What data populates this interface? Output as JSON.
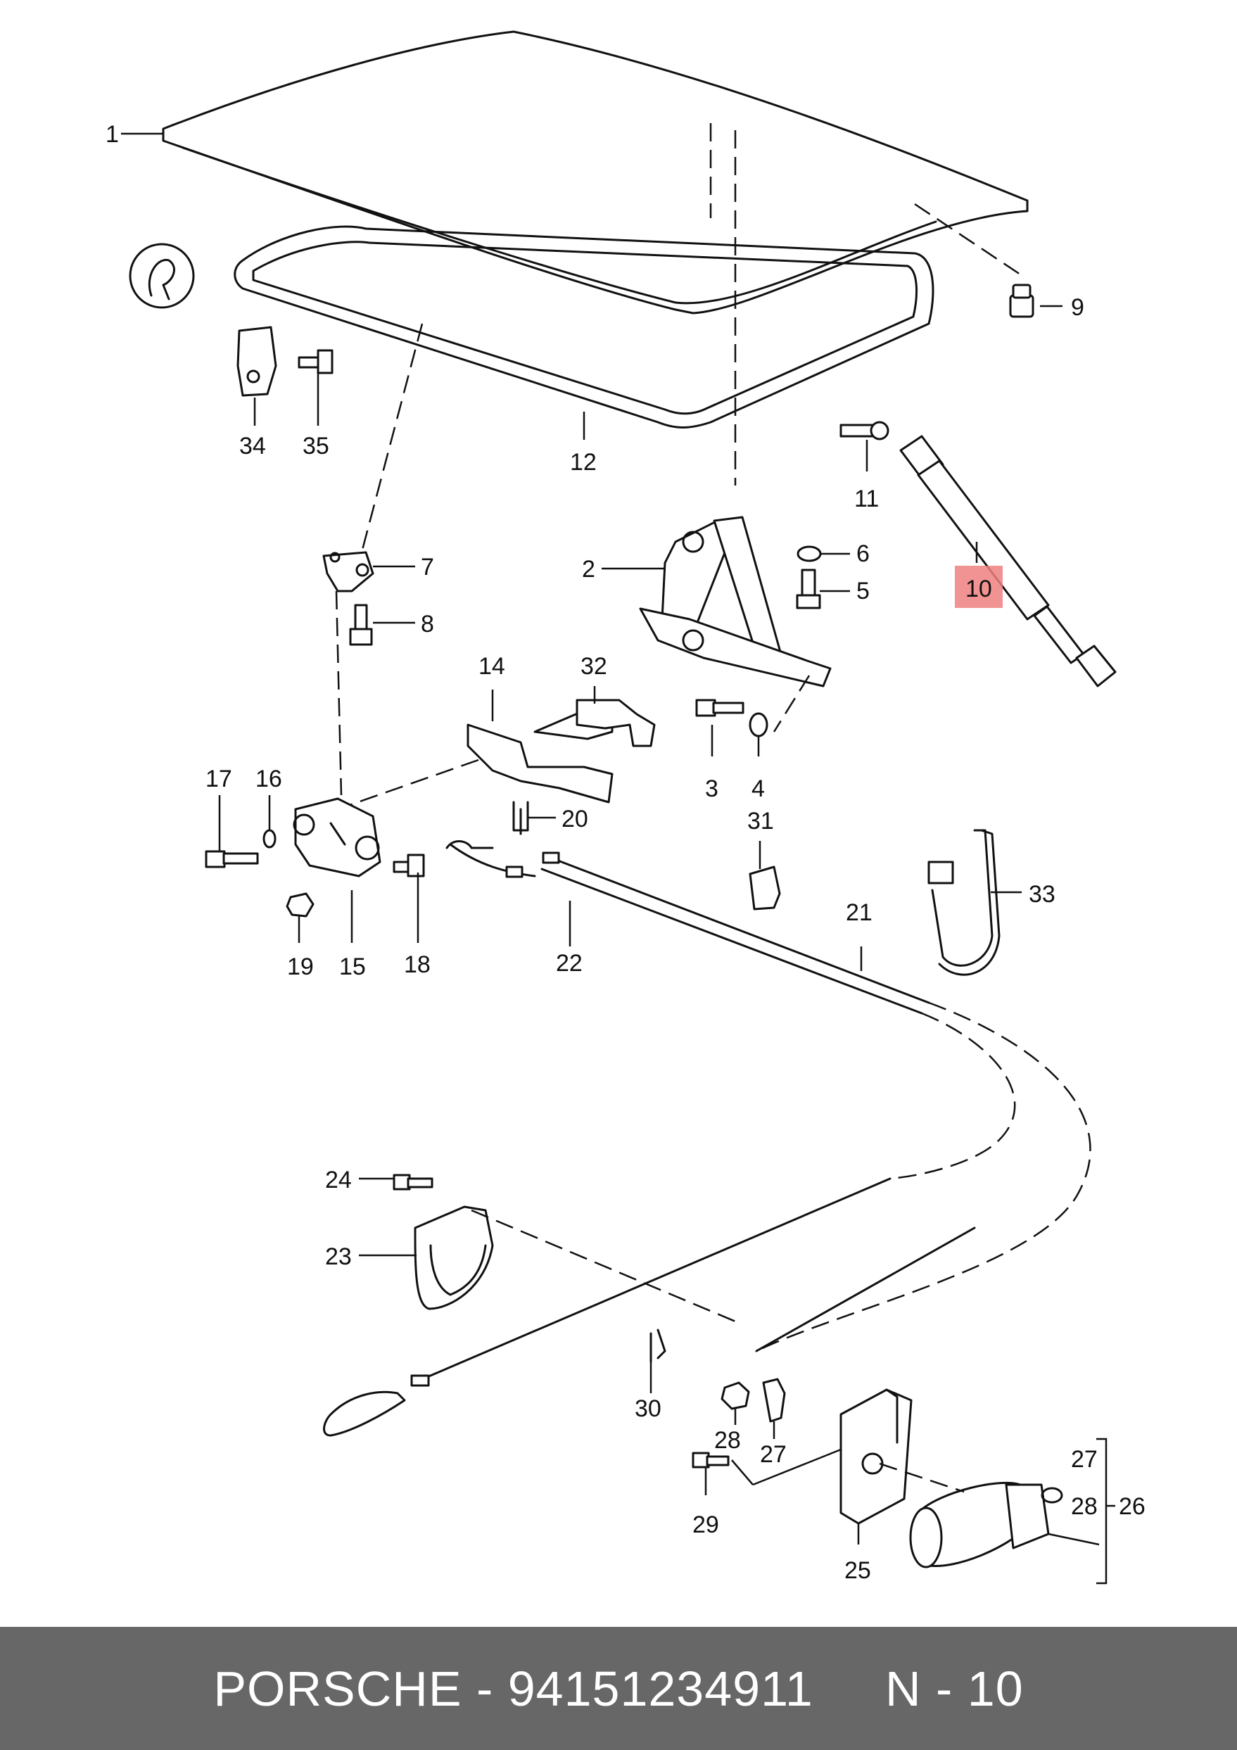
{
  "footer": {
    "text": "PORSCHE - 94151234911     N - 10"
  },
  "highlight_color": "#f08080",
  "labels": {
    "l1": "1",
    "l2": "2",
    "l3": "3",
    "l4": "4",
    "l5": "5",
    "l6": "6",
    "l7": "7",
    "l8": "8",
    "l9": "9",
    "l10": "10",
    "l11": "11",
    "l12": "12",
    "l14": "14",
    "l15": "15",
    "l16": "16",
    "l17": "17",
    "l18": "18",
    "l19": "19",
    "l20": "20",
    "l21": "21",
    "l22": "22",
    "l23": "23",
    "l24": "24",
    "l25": "25",
    "l26": "26",
    "l27a": "27",
    "l28a": "28",
    "l27b": "27",
    "l28b": "28",
    "l29": "29",
    "l30": "30",
    "l31": "31",
    "l32": "32",
    "l33": "33",
    "l34": "34",
    "l35": "35"
  }
}
